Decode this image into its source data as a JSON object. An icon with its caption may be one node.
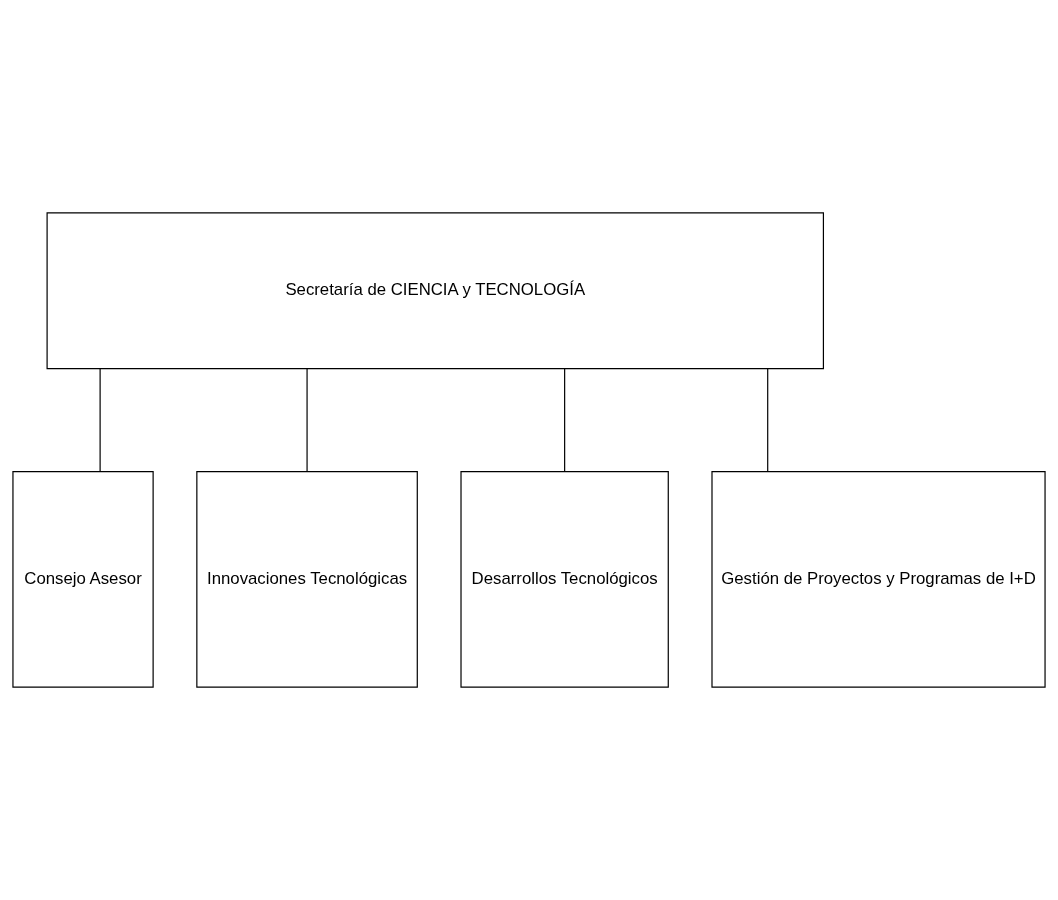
{
  "diagram": {
    "nodes": [
      {
        "text": [
          "Secretaría de CIENCIA y TECNOLOGÍA"
        ]
      },
      {
        "text": [
          "Consejo Asesor"
        ]
      },
      {
        "text": [
          "Innovaciones Tecnológicas"
        ]
      },
      {
        "text": [
          "Desarrollos Tecnológicos"
        ]
      },
      {
        "text": [
          "Gestión de Proyectos y Programas de I+D"
        ]
      }
    ],
    "edges": [
      {
        "from": 0,
        "to": 1,
        "arrow": "none"
      },
      {
        "from": 0,
        "to": 2,
        "arrow": "none"
      },
      {
        "from": 0,
        "to": 3,
        "arrow": "none"
      },
      {
        "from": 0,
        "to": 4,
        "arrow": "none"
      }
    ]
  }
}
